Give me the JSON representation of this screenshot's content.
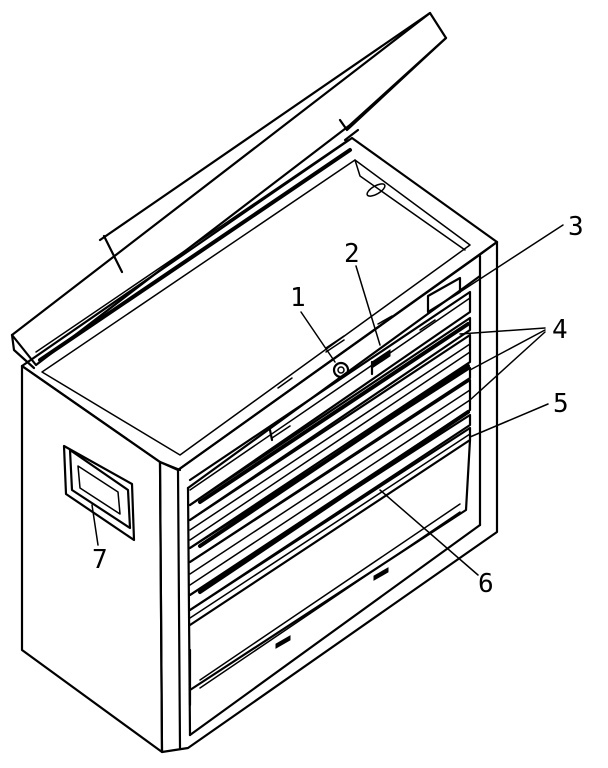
{
  "figure": {
    "subject": "tool-chest-isometric-drawing",
    "callouts": [
      {
        "id": "callout-1",
        "label": "1",
        "part": "lock"
      },
      {
        "id": "callout-2",
        "label": "2",
        "part": "top-drawer-handle"
      },
      {
        "id": "callout-3",
        "label": "3",
        "part": "frame"
      },
      {
        "id": "callout-4",
        "label": "4",
        "part": "drawer"
      },
      {
        "id": "callout-5",
        "label": "5",
        "part": "drawer-slide"
      },
      {
        "id": "callout-6",
        "label": "6",
        "part": "lower-drawer"
      },
      {
        "id": "callout-7",
        "label": "7",
        "part": "side-handle"
      }
    ],
    "line_color": "#000000",
    "background_color": "#ffffff"
  }
}
